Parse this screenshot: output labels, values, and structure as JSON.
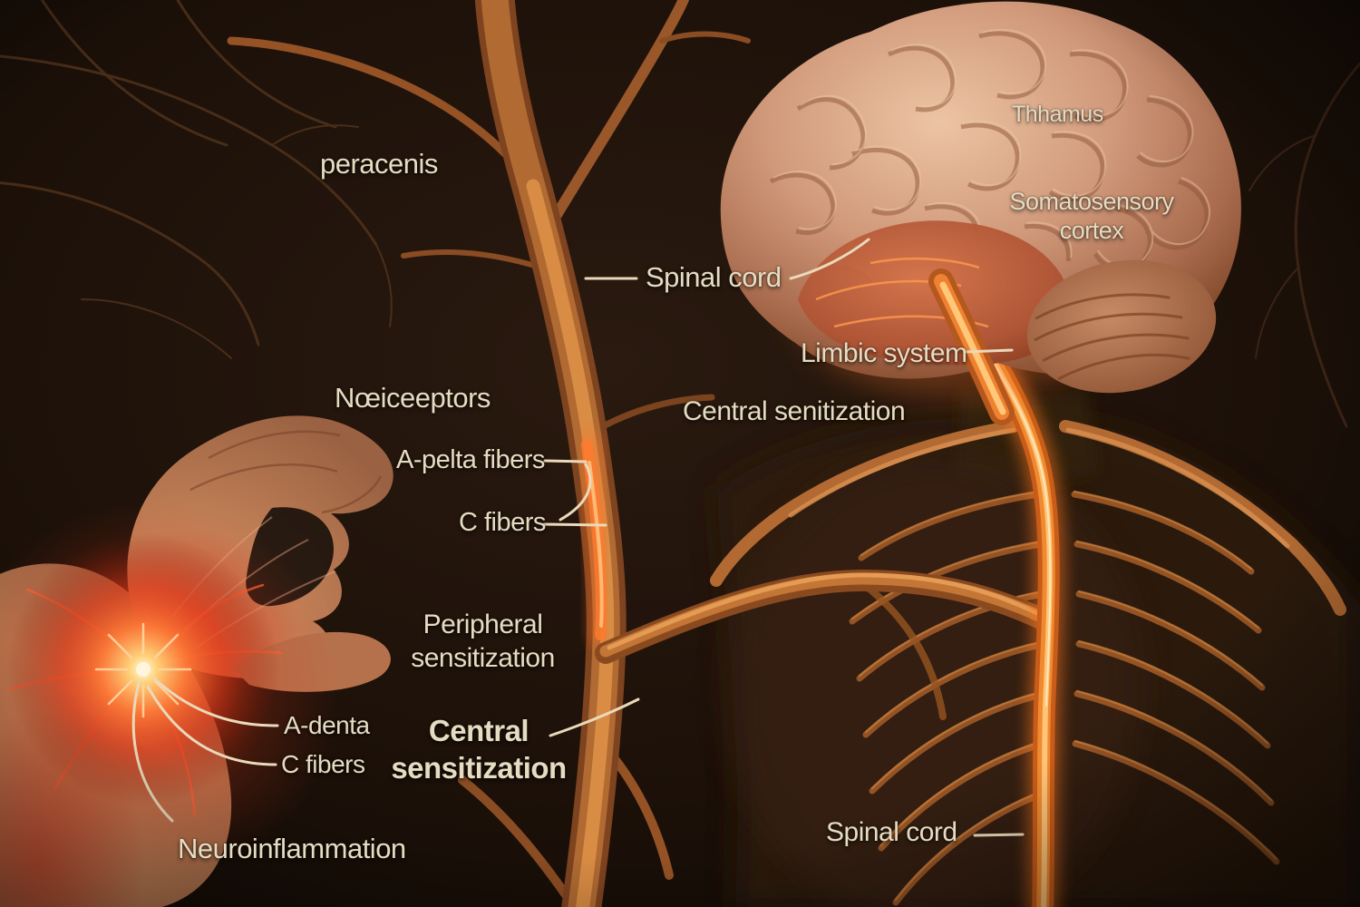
{
  "labels": {
    "peracenis": "peracenis",
    "thalamus": "Thhamus",
    "somatosensory_cortex": "Somatosensory\ncortex",
    "spinal_cord_top": "Spinal cord",
    "limbic_system": "Limbic system",
    "central_senitization": "Central senitization",
    "nociceptors": "Nœiceeptors",
    "a_delta_fibers": "A-pelta fibers",
    "c_fibers_mid": "C fibers",
    "peripheral_sensitization": "Peripheral\nsensitization",
    "central_sensitization": "Central\nsensitization",
    "a_denta": "A-denta",
    "c_fibers_hand": "C fibers",
    "neuroinflammation": "Neuroinflammation",
    "spinal_cord_bottom": "Spinal cord"
  },
  "colors": {
    "background": "#150c06",
    "label_text": "#e6dcc2",
    "leader_line": "#ead9ba",
    "nerve_glow": "#ff9a3e",
    "spinal_cord_core": "#ffc478",
    "brain_tan": "#d0997a",
    "limbic_red": "#b05535",
    "skin": "#bd7c5a",
    "pain_glow": "#ff4a1e"
  }
}
